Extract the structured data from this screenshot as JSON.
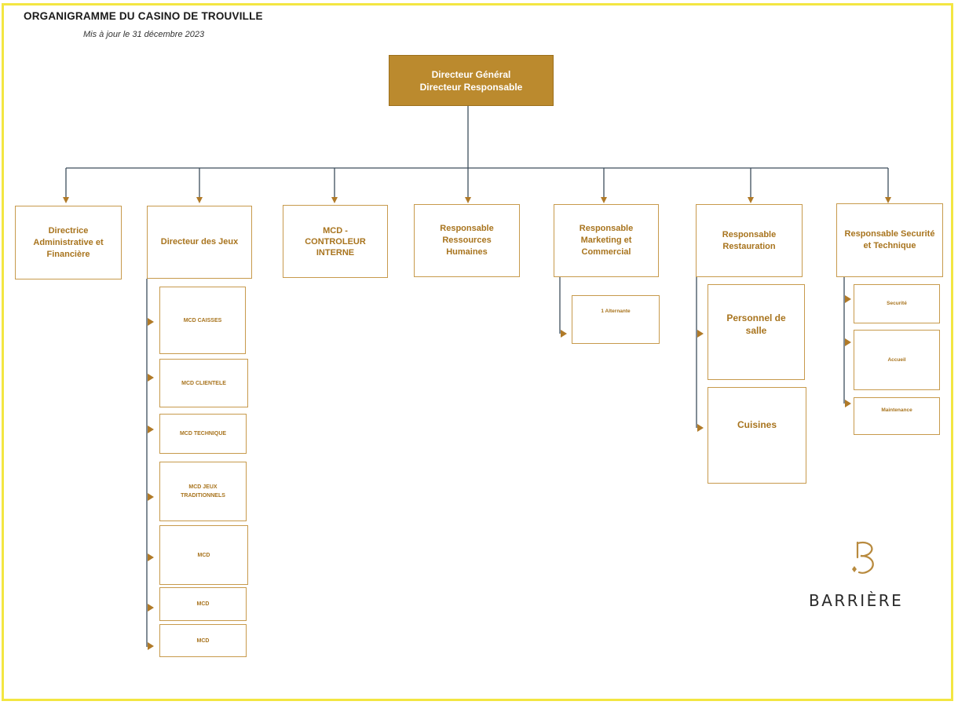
{
  "header": {
    "title": "ORGANIGRAMME DU CASINO DE TROUVILLE",
    "subtitle": "Mis à jour le 31 décembre 2023"
  },
  "colors": {
    "accent_gold": "#bb8a2e",
    "box_border": "#c79a4c",
    "line": "#3d4d5c",
    "arrow": "#b07a28",
    "frame": "#f3e642"
  },
  "director": {
    "line1": "Directeur Général",
    "line2": "Directeur Responsable"
  },
  "departments": {
    "daf": "Directrice Administrative et Financière",
    "jeux": "Directeur des Jeux",
    "controle": "MCD - CONTROLEUR INTERNE",
    "rh": "Responsable Ressources Humaines",
    "marketing": "Responsable Marketing et Commercial",
    "restauration": "Responsable Restauration",
    "securite": "Responsable Securité et Technique"
  },
  "jeux_sub": {
    "caisses": "MCD CAISSES",
    "clientele": "MCD CLIENTELE",
    "technique": "MCD TECHNIQUE",
    "traditionnels": "MCD JEUX TRADITIONNELS",
    "mcd1": "MCD",
    "mcd2": "MCD",
    "mcd3": "MCD"
  },
  "marketing_sub": {
    "alternante": "1 Alternante"
  },
  "restauration_sub": {
    "salle": "Personnel de salle",
    "cuisines": "Cuisines"
  },
  "securite_sub": {
    "securite": "Securité",
    "accueil": "Accueil",
    "maintenance": "Maintenance"
  },
  "logo": {
    "mark_icon": "barriere-b-logo-icon",
    "text": "BARRIÈRE"
  }
}
